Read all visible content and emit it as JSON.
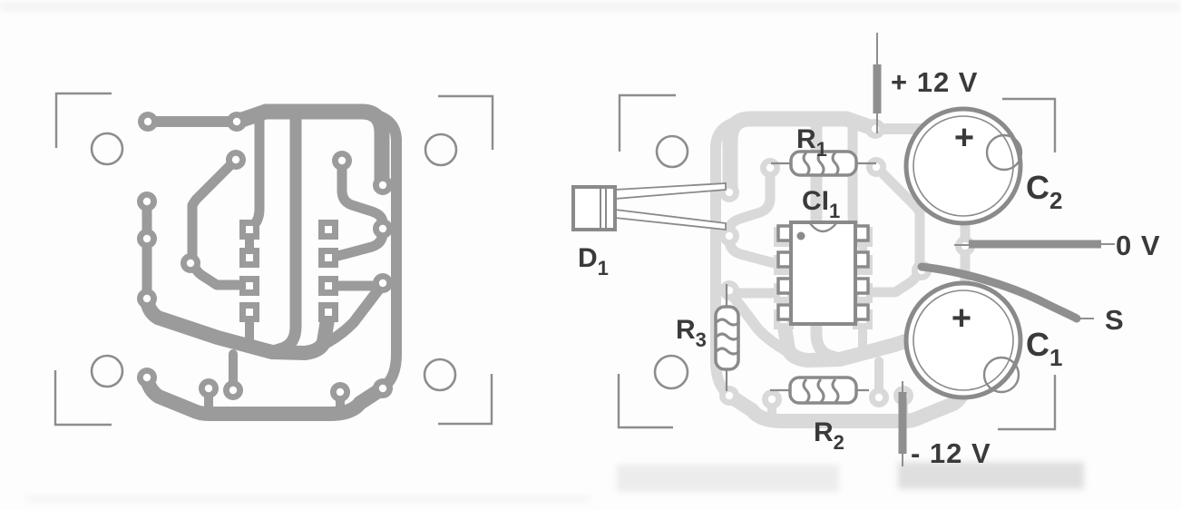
{
  "figure": {
    "kind": "printed-circuit-board layout figure, scanned book illustration",
    "left_panel": "solder-side copper track pattern",
    "right_panel": "component-side placement over ghosted copper"
  },
  "labels": {
    "plus12": "+ 12 V",
    "zero": "0 V",
    "signal": "S",
    "minus12": "- 12 V",
    "r1": {
      "main": "R",
      "sub": "1"
    },
    "r2": {
      "main": "R",
      "sub": "2"
    },
    "r3": {
      "main": "R",
      "sub": "3"
    },
    "ci1": {
      "main": "CI",
      "sub": "1"
    },
    "c1": {
      "main": "C",
      "sub": "1"
    },
    "c2": {
      "main": "C",
      "sub": "2"
    },
    "d1": {
      "main": "D",
      "sub": "1"
    },
    "c1_polarity": "+",
    "c2_polarity": "+"
  },
  "colors": {
    "track": "#9b9b9b",
    "ghost_track": "#d9d9d9",
    "component": "#8a8a8a",
    "wire": "#8f8f8f",
    "label": "#3a3a3a",
    "background": "#fdfdfd"
  }
}
